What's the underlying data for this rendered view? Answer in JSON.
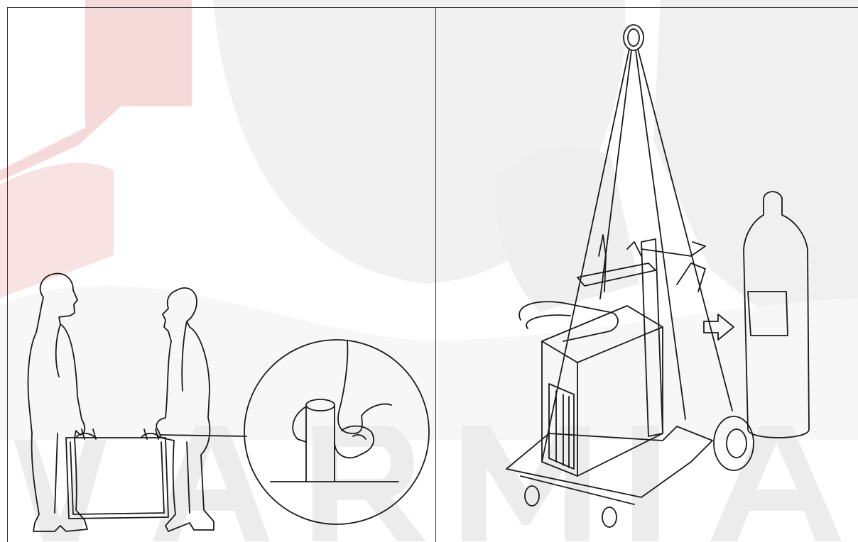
{
  "page": {
    "background": "#ffffff",
    "line_color": "#1a1a1a"
  },
  "watermark": {
    "text": "SVARMIA",
    "color": "#e7e7e7",
    "accent_color": "#f4d6d6"
  },
  "panels": [
    {
      "id": "left",
      "scene": "two-people-carrying-welding-machine",
      "detail": "magnified-handle-grip",
      "icons": [
        "person-icon",
        "person-icon",
        "welding-machine-icon",
        "magnifier-circle-icon"
      ]
    },
    {
      "id": "right",
      "scene": "crane-lifting-welding-trolley",
      "detail": "remove-gas-cylinder-arrow",
      "icons": [
        "lifting-ring-icon",
        "welding-trolley-icon",
        "gas-cylinder-icon",
        "arrow-right-icon"
      ]
    }
  ]
}
